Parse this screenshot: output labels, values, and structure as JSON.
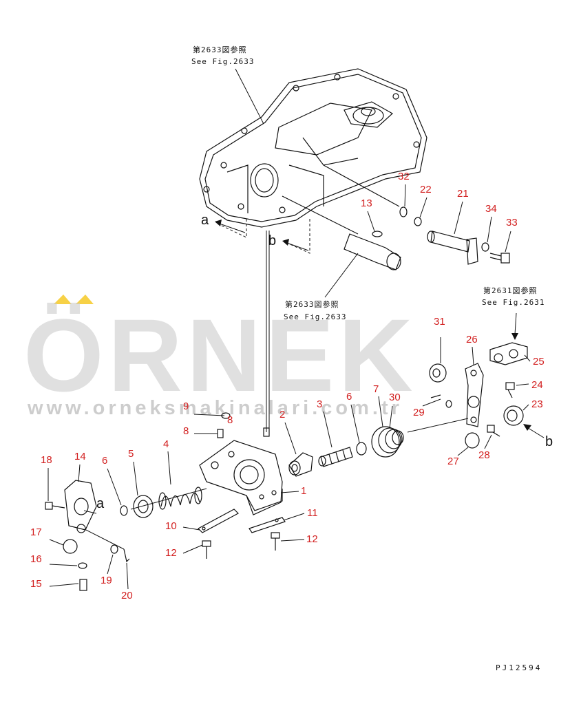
{
  "references": {
    "top": {
      "jp": "第2633図参照",
      "en": "See Fig.2633"
    },
    "middle": {
      "jp": "第2633図参照",
      "en": "See Fig.2633"
    },
    "right": {
      "jp": "第2631図参照",
      "en": "See Fig.2631"
    }
  },
  "section_markers": {
    "a": "a",
    "b": "b"
  },
  "part_numbers": [
    "1",
    "2",
    "3",
    "4",
    "5",
    "6",
    "7",
    "8",
    "9",
    "10",
    "11",
    "12",
    "13",
    "14",
    "15",
    "16",
    "17",
    "18",
    "19",
    "20",
    "21",
    "22",
    "23",
    "24",
    "25",
    "26",
    "27",
    "28",
    "29",
    "30",
    "31",
    "32",
    "33",
    "34"
  ],
  "watermark": {
    "brand": "ÖRNEK",
    "url": "www.orneksmakinalari.com.tr"
  },
  "drawing_code": "PJ12594",
  "colors": {
    "callout": "#d21f1f",
    "line": "#111111",
    "watermark": "#c8c8c8",
    "accent": "#f5c518"
  }
}
